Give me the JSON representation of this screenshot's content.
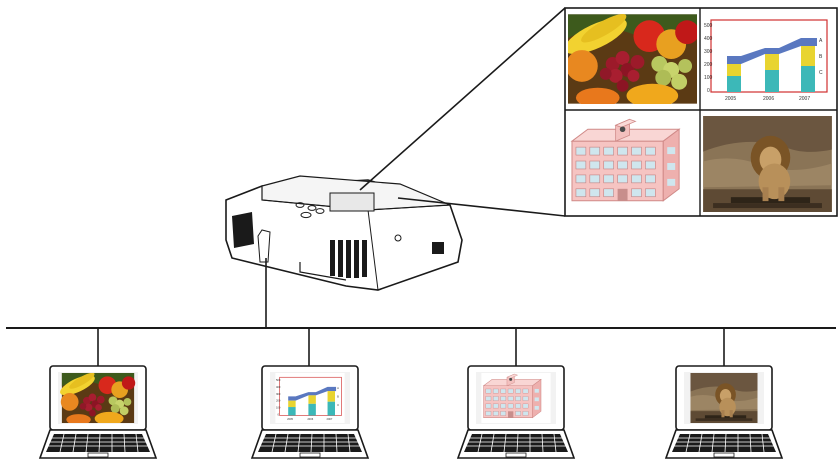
{
  "diagram": {
    "network": {
      "laptop_count": 4,
      "laptop_screens": [
        "fruit-photo",
        "bar-chart",
        "building-drawing",
        "lion-photo"
      ]
    },
    "projector_output": {
      "layout": "2x2 split screen",
      "panels": [
        "fruit-photo",
        "bar-chart",
        "building-drawing",
        "lion-photo"
      ]
    },
    "chart_thumbnail": {
      "categories": [
        "2005",
        "2006",
        "2007"
      ],
      "series_labels": [
        "A",
        "B",
        "C"
      ],
      "y_ticks": [
        "500",
        "400",
        "300",
        "200",
        "100",
        "0"
      ]
    }
  }
}
